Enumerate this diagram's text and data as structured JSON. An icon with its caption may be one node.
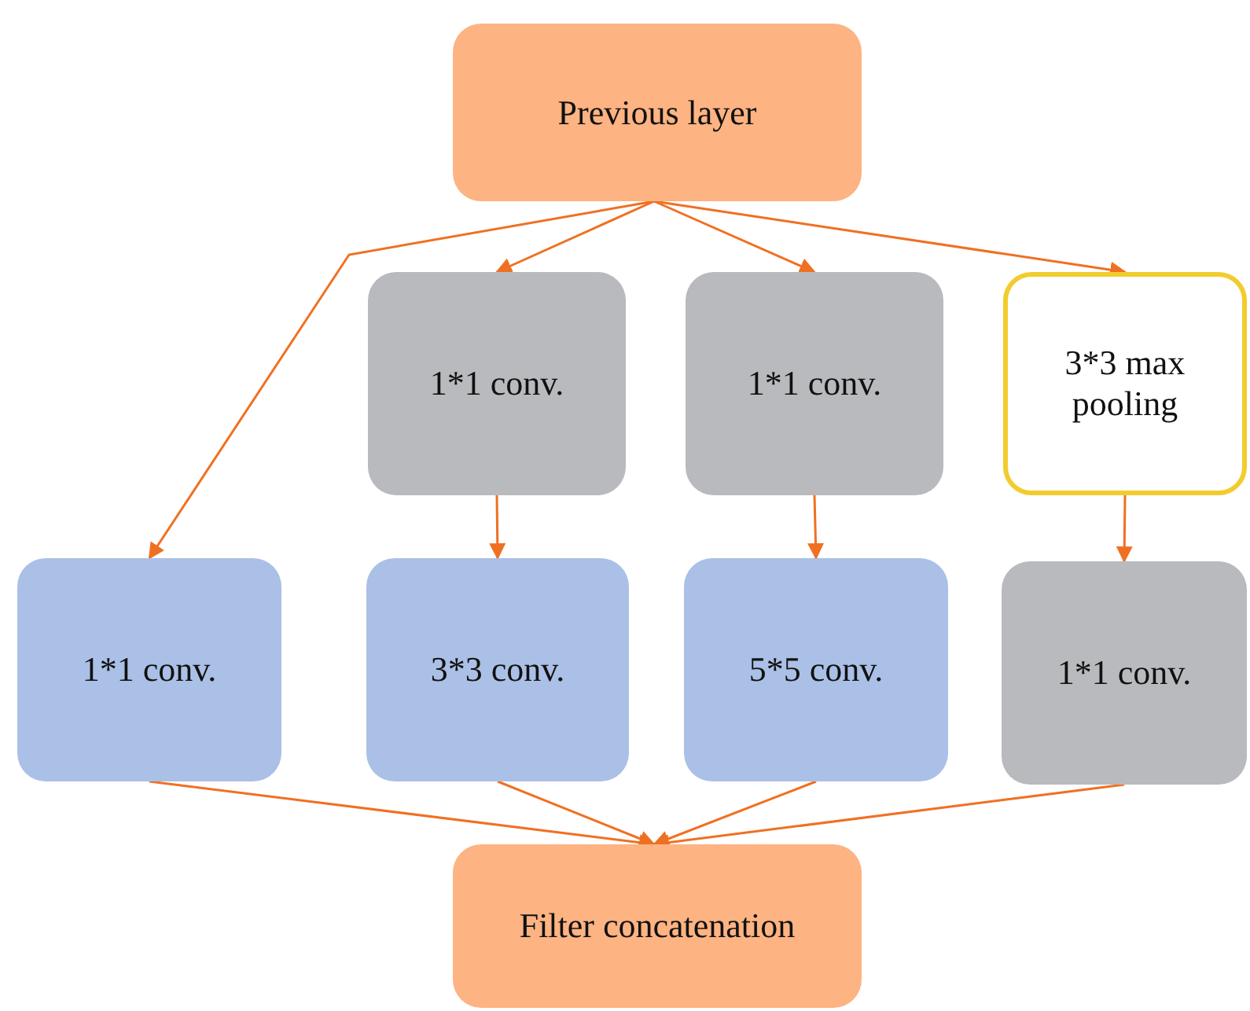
{
  "diagram": {
    "nodes": [
      {
        "text": [
          "Previous layer"
        ]
      },
      {
        "text": [
          "1*1 conv."
        ]
      },
      {
        "text": [
          "1*1 conv."
        ]
      },
      {
        "text": [
          "3*3 max pooling"
        ]
      },
      {
        "text": [
          "1*1 conv."
        ]
      },
      {
        "text": [
          "3*3 conv."
        ]
      },
      {
        "text": [
          "5*5 conv."
        ]
      },
      {
        "text": [
          "1*1 conv."
        ]
      },
      {
        "text": [
          "Filter concatenation"
        ]
      }
    ],
    "edges": [
      {
        "from": 0,
        "to": 4,
        "arrow": "to"
      },
      {
        "from": 0,
        "to": 1,
        "arrow": "to"
      },
      {
        "from": 0,
        "to": 2,
        "arrow": "to"
      },
      {
        "from": 0,
        "to": 3,
        "arrow": "to"
      },
      {
        "from": 1,
        "to": 5,
        "arrow": "to"
      },
      {
        "from": 2,
        "to": 6,
        "arrow": "to"
      },
      {
        "from": 3,
        "to": 7,
        "arrow": "to"
      },
      {
        "from": 4,
        "to": 8,
        "arrow": "to"
      },
      {
        "from": 5,
        "to": 8,
        "arrow": "to"
      },
      {
        "from": 6,
        "to": 8,
        "arrow": "to"
      },
      {
        "from": 7,
        "to": 8,
        "arrow": "to"
      }
    ]
  }
}
